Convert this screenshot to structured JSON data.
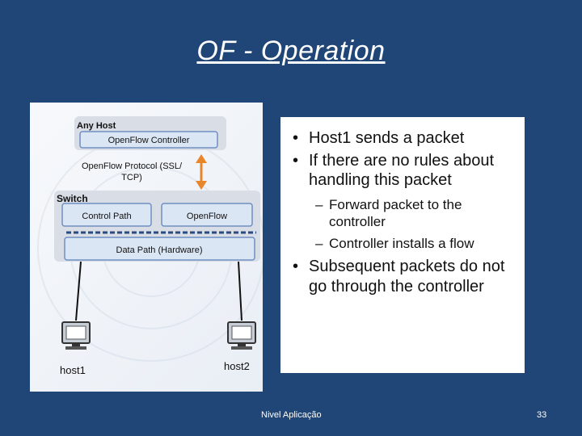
{
  "slide": {
    "title": "OF - Operation",
    "footer_text": "Nivel Aplicação",
    "page_number": "33"
  },
  "diagram": {
    "any_host_label": "Any Host",
    "controller_label": "OpenFlow Controller",
    "protocol_label_line1": "OpenFlow Protocol (SSL/",
    "protocol_label_line2": "TCP)",
    "switch_label": "Switch",
    "control_path_label": "Control Path",
    "openflow_label": "OpenFlow",
    "data_path_label": "Data Path (Hardware)",
    "host1_label": "host1",
    "host2_label": "host2",
    "arrow_color": "#e9862c"
  },
  "bullets": [
    {
      "level": 1,
      "text": "Host1 sends a packet"
    },
    {
      "level": 1,
      "text": "If there are no rules about handling this packet"
    },
    {
      "level": 2,
      "text": "Forward packet to the controller"
    },
    {
      "level": 2,
      "text": "Controller installs a flow"
    },
    {
      "level": 1,
      "text": "Subsequent packets do not go through the controller"
    }
  ]
}
